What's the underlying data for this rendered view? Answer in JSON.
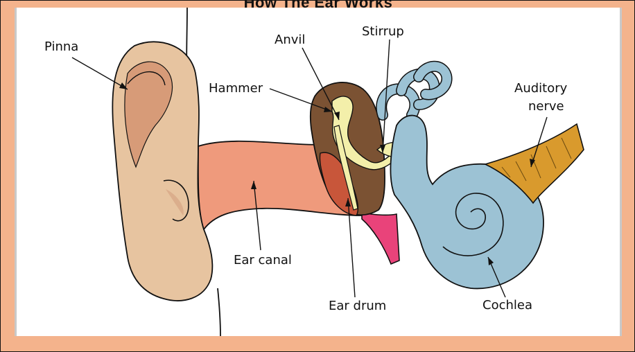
{
  "title": "How The Ear Works",
  "labels": {
    "pinna": "Pinna",
    "anvil": "Anvil",
    "stirrup": "Stirrup",
    "hammer": "Hammer",
    "auditory_nerve_line1": "Auditory",
    "auditory_nerve_line2": "nerve",
    "ear_canal": "Ear canal",
    "ear_drum": "Ear drum",
    "cochlea": "Cochlea"
  },
  "colors": {
    "background": "#f4b38c",
    "panel": "#ffffff",
    "outer_ear": "#e7c4a0",
    "inner_pinna": "#d79b78",
    "ear_canal": "#ef9a7c",
    "middle_ear_bone": "#7b5233",
    "ossicles": "#f3efaa",
    "ear_drum": "#c8563a",
    "eustachian_tube": "#e9437a",
    "cochlea": "#9cc2d4",
    "auditory_nerve": "#d99a2d"
  }
}
